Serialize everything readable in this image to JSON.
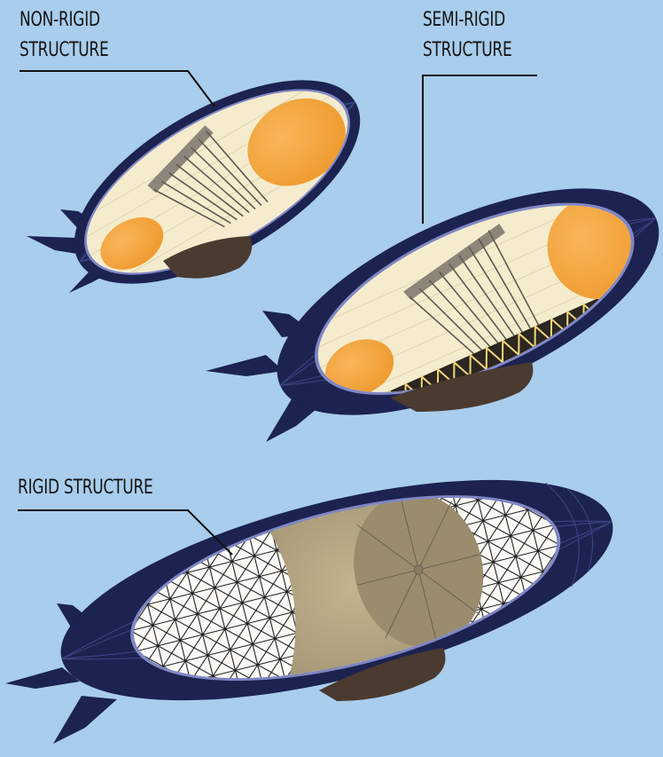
{
  "labels": {
    "non_rigid": {
      "line1": "NON-RIGID",
      "line2": "STRUCTURE"
    },
    "semi_rigid": {
      "line1": "SEMI-RIGID",
      "line2": "STRUCTURE"
    },
    "rigid": {
      "line1": "RIGID STRUCTURE"
    }
  },
  "colors": {
    "background": "#a9cdec",
    "hull": "#1c2350",
    "hull_rim": "#7f87c4",
    "interior": "#f4eccd",
    "ballonet": "#f3a43e",
    "gondola": "#4a3a30",
    "frame": "#6d655a",
    "leader_line": "#111111"
  }
}
